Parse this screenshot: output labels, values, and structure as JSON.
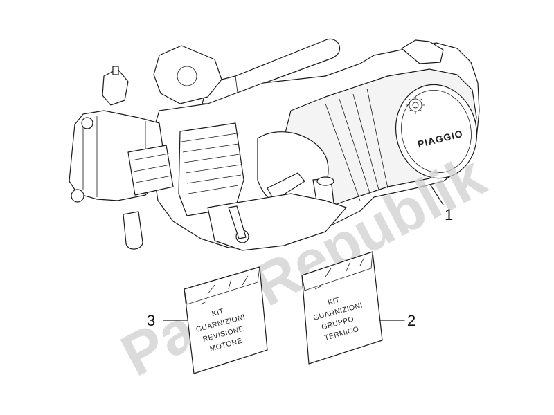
{
  "watermark": "PartsRepublik",
  "engine": {
    "brand_plate": "PIAGGIO",
    "callout": "1"
  },
  "kit_engine_overhaul": {
    "callout": "3",
    "lines": [
      "KIT",
      "GUARNIZIONI",
      "REVISIONE",
      "MOTORE"
    ]
  },
  "kit_cylinder_group": {
    "callout": "2",
    "lines": [
      "KIT",
      "GUARNIZIONI",
      "GRUPPO",
      "TERMICO"
    ]
  }
}
